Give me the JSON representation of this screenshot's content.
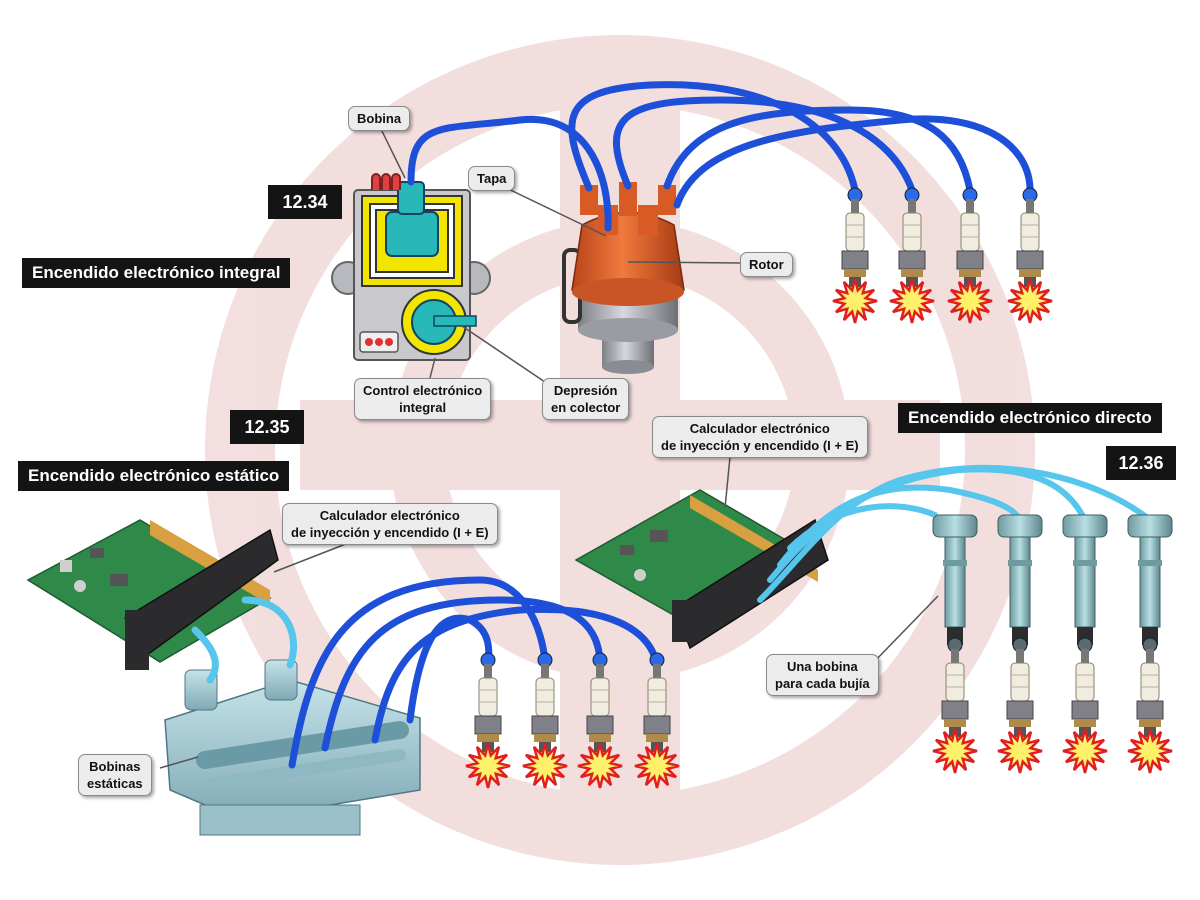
{
  "watermark": {
    "name": "watermark-logo",
    "color": "#b73a3a"
  },
  "figures": {
    "fig1": {
      "number": "12.34",
      "title": "Encendido electrónico integral"
    },
    "fig2": {
      "number": "12.35",
      "title": "Encendido electrónico estático"
    },
    "fig3": {
      "number": "12.36",
      "title": "Encendido electrónico directo"
    }
  },
  "callouts": {
    "bobina": "Bobina",
    "tapa": "Tapa",
    "rotor": "Rotor",
    "control_line1": "Control electrónico",
    "control_line2": "integral",
    "depresion_line1": "Depresión",
    "depresion_line2": "en colector",
    "calc_static_line1": "Calculador electrónico",
    "calc_static_line2": "de inyección y encendido (I + E)",
    "calc_direct_line1": "Calculador electrónico",
    "calc_direct_line2": "de inyección y encendido (I + E)",
    "bobinas_line1": "Bobinas",
    "bobinas_line2": "estáticas",
    "una_bobina_line1": "Una bobina",
    "una_bobina_line2": "para cada bujía"
  },
  "colors": {
    "wire_blue": "#1e4fd8",
    "wire_light": "#56c6ec",
    "distributor_cap": "#e2622a",
    "coil_yellow": "#f2e600",
    "coil_cyan": "#28b8b8",
    "pcb_green": "#2f8a4a",
    "spark": "#fff06a"
  }
}
